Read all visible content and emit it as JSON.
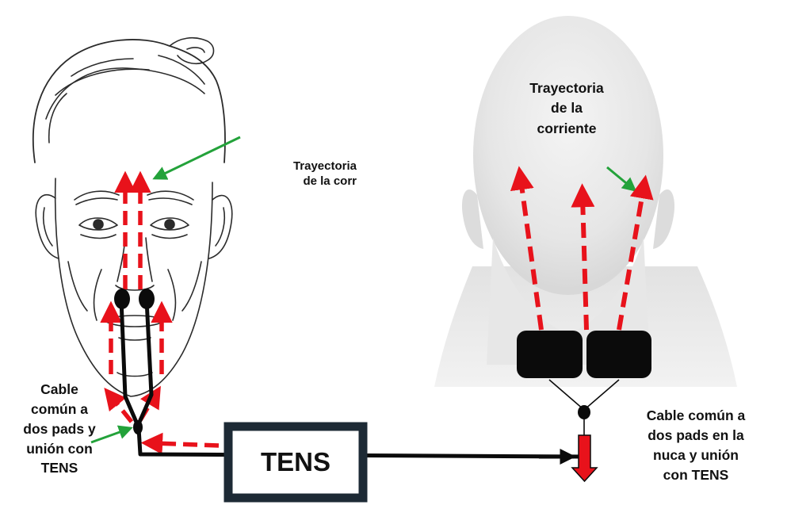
{
  "labels": {
    "face_path": [
      "Trayectoria",
      "de la corr"
    ],
    "head_path": [
      "Trayectoria",
      "de la",
      "corriente"
    ],
    "face_cable": [
      "Cable",
      "común a",
      "dos pads y",
      "unión con",
      "TENS"
    ],
    "head_cable": [
      "Cable común a",
      "dos pads en la",
      "nuca y unión",
      "con TENS"
    ],
    "device": "TENS"
  },
  "colors": {
    "current_arrow": "#e8121b",
    "pointer_arrow": "#23a23a",
    "pad": "#0b0b0b",
    "cable": "#0b0b0b",
    "device_border": "#1d2a35"
  }
}
